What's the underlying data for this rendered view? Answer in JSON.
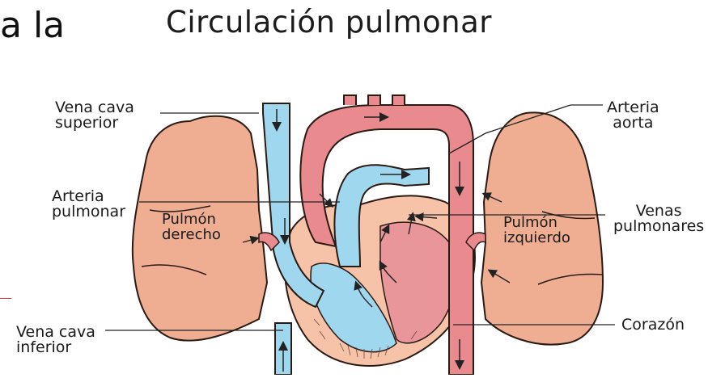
{
  "title": "Circulación pulmonar",
  "cut_text": "a la",
  "labels": {
    "vena_cava_superior": "Vena cava\nsuperior",
    "arteria_pulmonar": "Arteria\npulmonar",
    "pulmon_derecho": "Pulmón\nderecho",
    "vena_cava_inferior": "Vena cava\ninferior",
    "arteria_aorta": "Arteria\naorta",
    "pulmon_izquierdo": "Pulmón\nizquierdo",
    "venas_pulmonares": "Venas\npulmonares",
    "corazon": "Corazón"
  },
  "colors": {
    "lung": "#efae92",
    "lung_outline": "#2a1a14",
    "artery": "#e98a8e",
    "vein": "#9fd8ee",
    "heart_wall": "#f6c3a8",
    "chamber": "#e9969a",
    "line": "#222222"
  }
}
